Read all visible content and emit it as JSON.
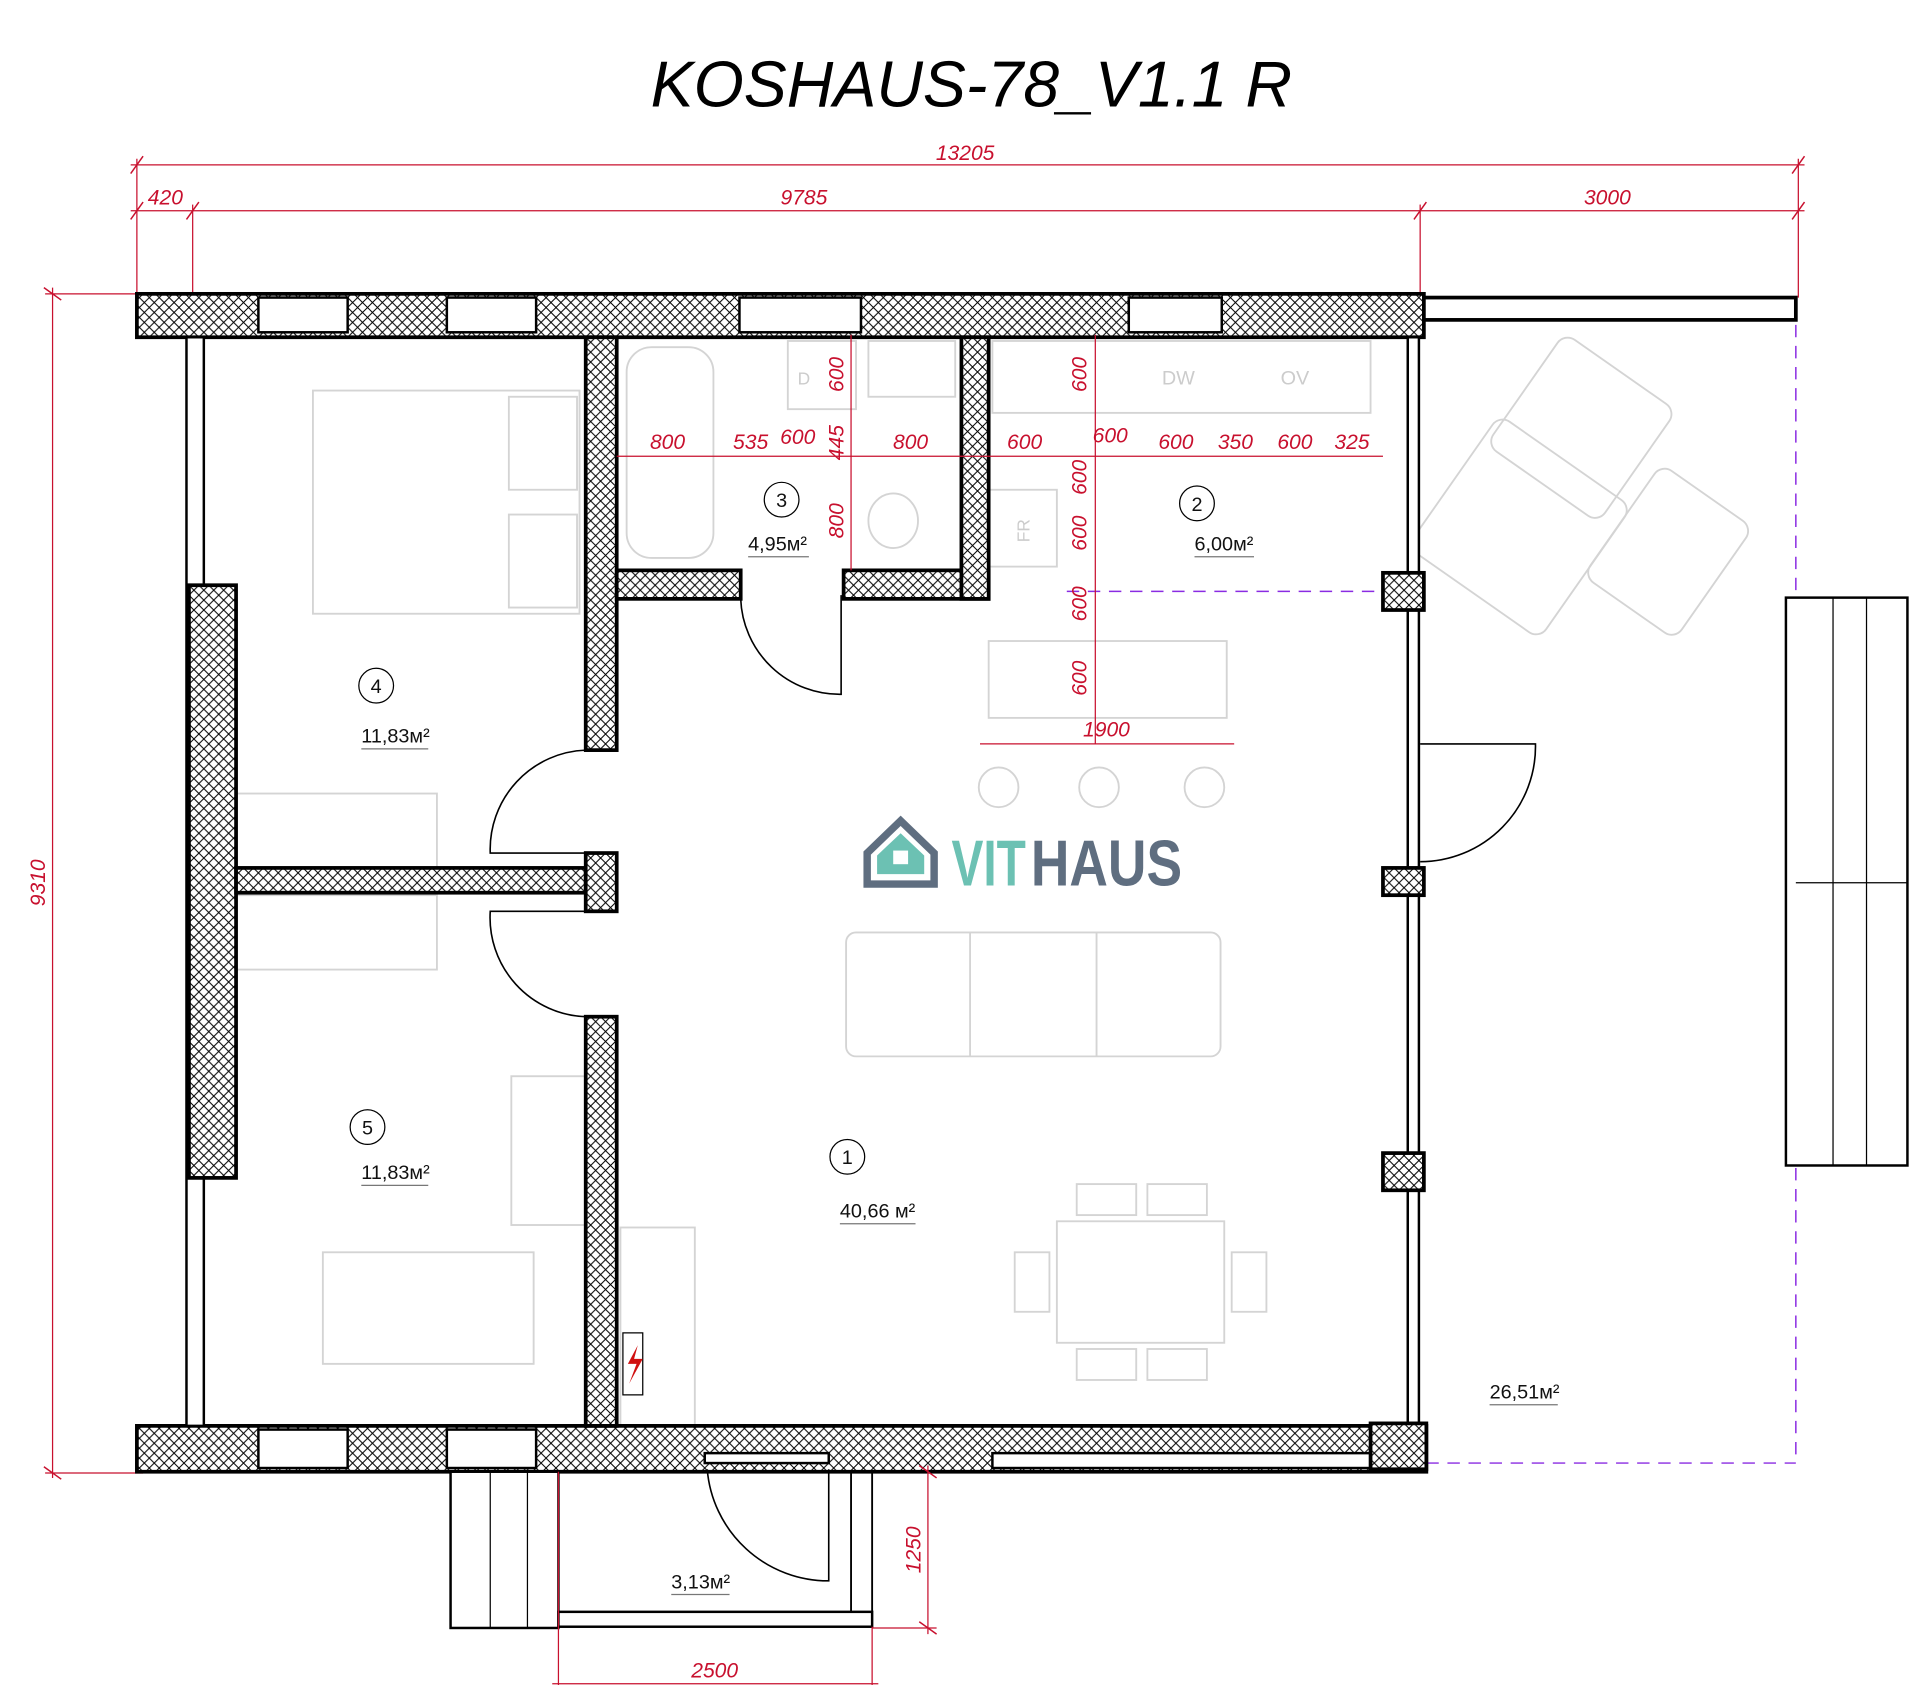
{
  "title": "KOSHAUS-78_V1.1 R",
  "logo": {
    "part1": "VIT",
    "part2": "HAUS",
    "teal": "#6cc1b3",
    "grey": "#5f6e80"
  },
  "colors": {
    "dimension": "#c8102e",
    "terrace_boundary": "#8a2be2"
  },
  "dimensions": {
    "overall_width": "13205",
    "left_offset": "420",
    "house_width": "9785",
    "terrace_width": "3000",
    "overall_depth": "9310",
    "porch_depth": "1250",
    "porch_width": "2500",
    "kitchen_row": [
      "800",
      "535",
      "600",
      "445",
      "800",
      "600",
      "600",
      "600",
      "350",
      "600",
      "325"
    ],
    "bath_vertical": [
      "600",
      "800"
    ],
    "kitchen_vertical": [
      "600",
      "600",
      "600",
      "600",
      "600"
    ],
    "island_width": "1900"
  },
  "appliances": {
    "dishwasher": "DW",
    "oven": "OV",
    "fridge": "FR",
    "dryer": "D"
  },
  "rooms": [
    {
      "number": "1",
      "area": "40,66 м²"
    },
    {
      "number": "2",
      "area": "6,00м²"
    },
    {
      "number": "3",
      "area": "4,95м²"
    },
    {
      "number": "4",
      "area": "11,83м²"
    },
    {
      "number": "5",
      "area": "11,83м²"
    }
  ],
  "terrace_area": "26,51м²",
  "porch_area": "3,13м²"
}
